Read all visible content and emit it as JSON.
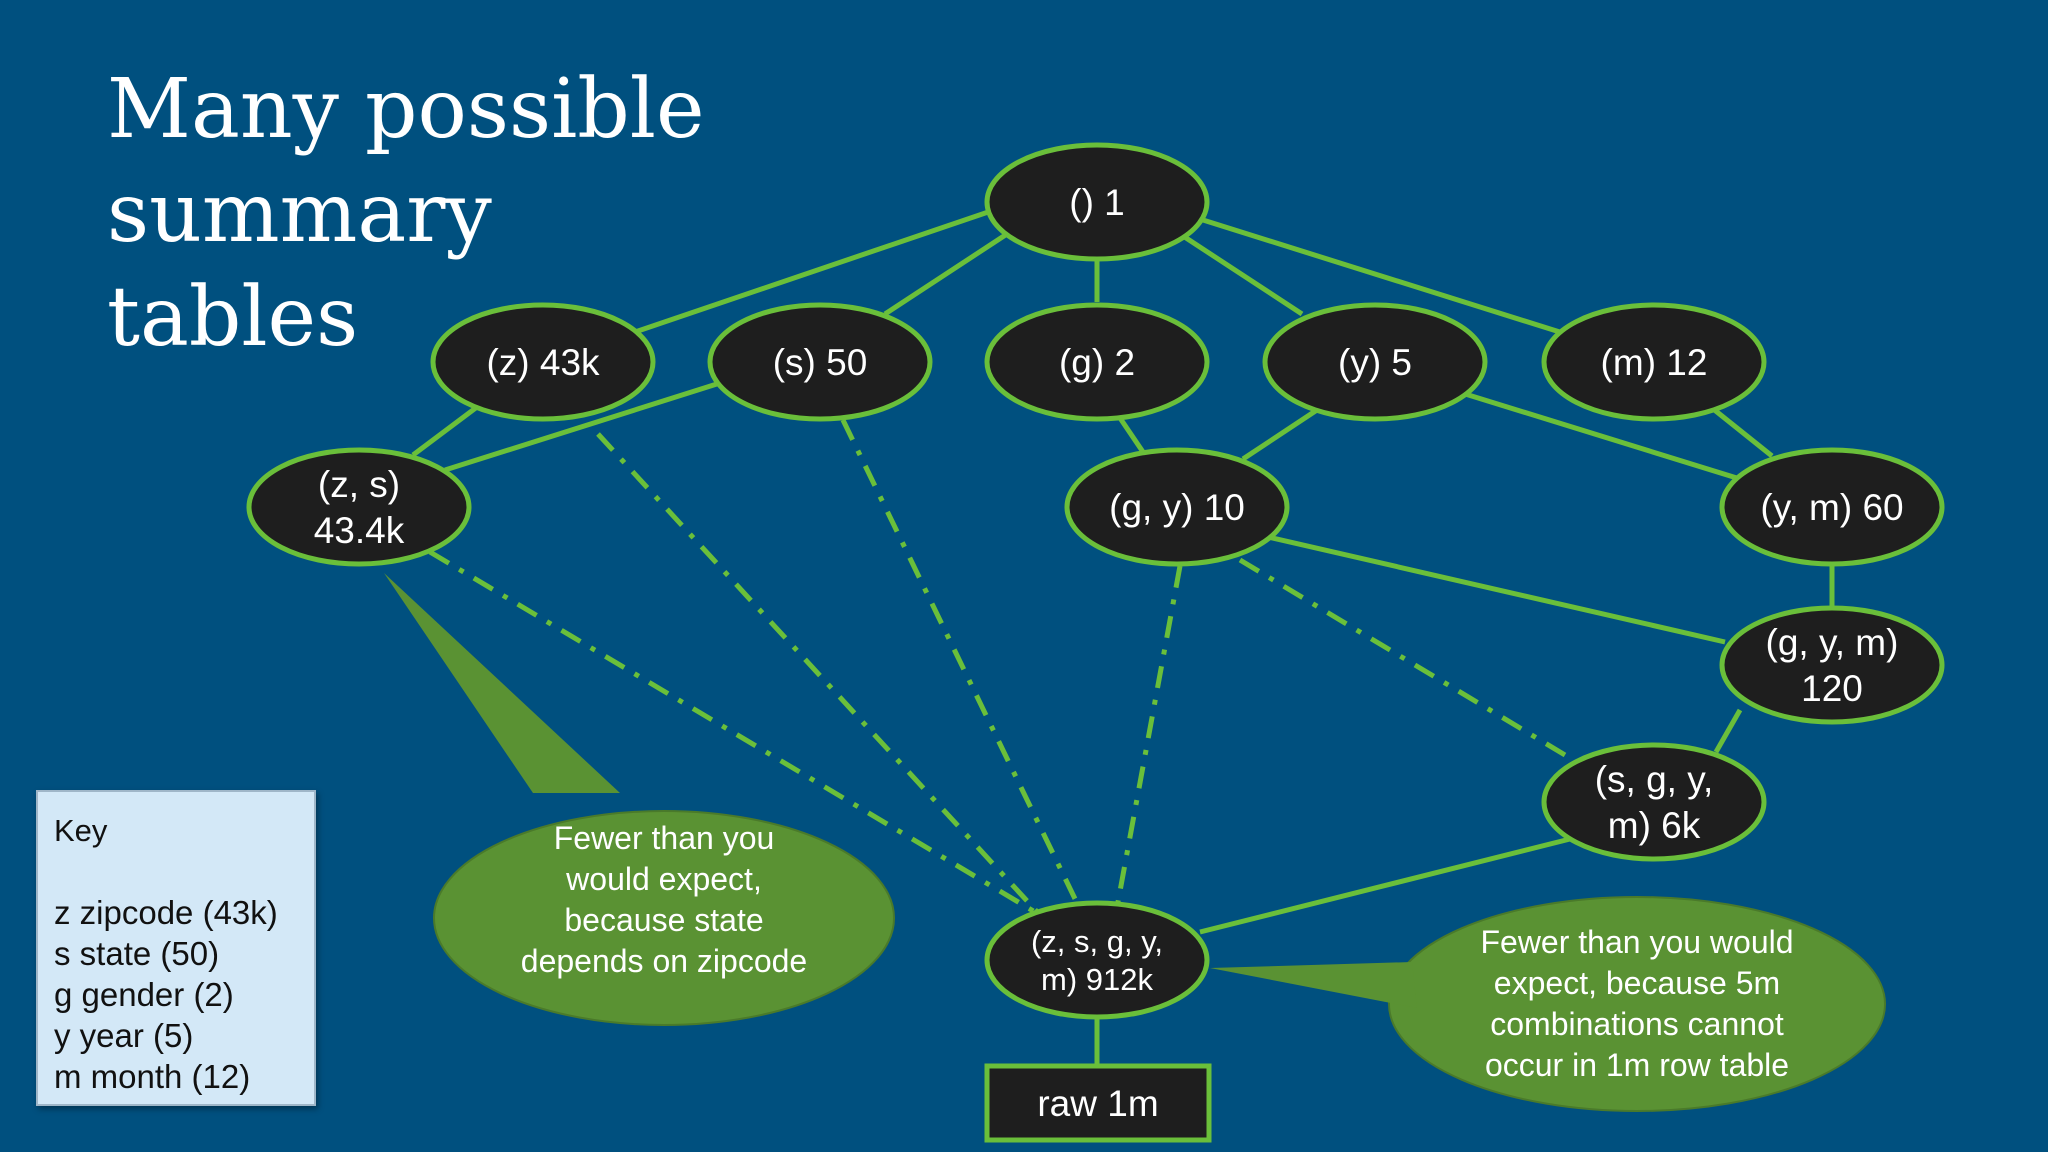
{
  "title_lines": [
    "Many possible",
    "summary",
    "tables"
  ],
  "key": {
    "title": "Key",
    "items": [
      "z zipcode (43k)",
      "s state (50)",
      "g gender (2)",
      "y year (5)",
      "m month (12)"
    ]
  },
  "nodes": [
    {
      "id": "root",
      "lines": [
        "() 1"
      ]
    },
    {
      "id": "z",
      "lines": [
        "(z) 43k"
      ]
    },
    {
      "id": "s",
      "lines": [
        "(s) 50"
      ]
    },
    {
      "id": "g",
      "lines": [
        "(g) 2"
      ]
    },
    {
      "id": "y",
      "lines": [
        "(y) 5"
      ]
    },
    {
      "id": "m",
      "lines": [
        "(m) 12"
      ]
    },
    {
      "id": "zs",
      "lines": [
        "(z, s)",
        "43.4k"
      ]
    },
    {
      "id": "gy",
      "lines": [
        "(g, y) 10"
      ]
    },
    {
      "id": "ym",
      "lines": [
        "(y, m) 60"
      ]
    },
    {
      "id": "gym",
      "lines": [
        "(g, y, m)",
        "120"
      ]
    },
    {
      "id": "sgym",
      "lines": [
        "(s, g, y,",
        "m) 6k"
      ]
    },
    {
      "id": "zsgym",
      "lines": [
        "(z, s, g, y,",
        "m) 912k"
      ]
    },
    {
      "id": "raw",
      "lines": [
        "raw 1m"
      ]
    }
  ],
  "callouts": [
    {
      "id": "state",
      "lines": [
        "Fewer than you",
        "would expect,",
        "because state",
        "depends on zipcode"
      ]
    },
    {
      "id": "combos",
      "lines": [
        "Fewer than you would",
        "expect, because 5m",
        "combinations cannot",
        "occur in 1m row table"
      ]
    }
  ],
  "colors": {
    "background": "#00507f",
    "node_fill": "#1e1e1e",
    "edge": "#6abf3a",
    "callout_fill": "#5a9233",
    "text": "#ffffff"
  }
}
